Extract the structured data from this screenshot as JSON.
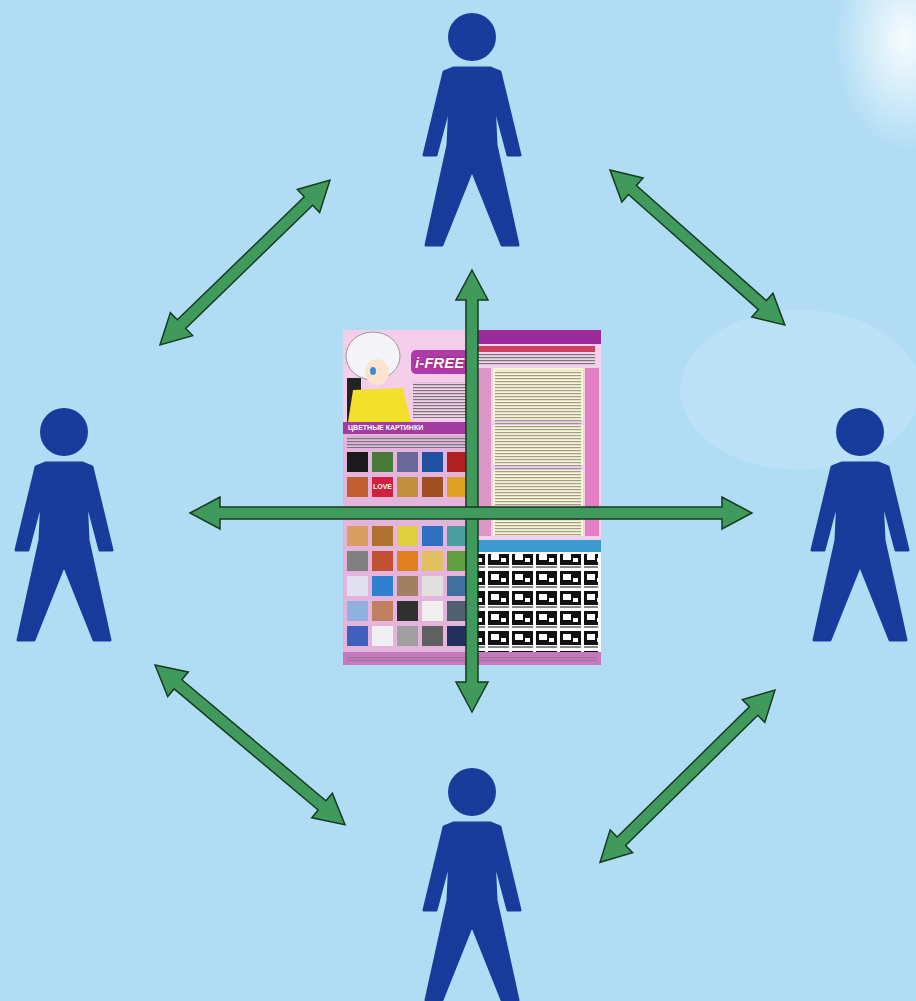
{
  "diagram": {
    "nodes": [
      {
        "text": []
      },
      {
        "text": []
      },
      {
        "text": [
          "i-FREE",
          "ЦВЕТНЫЕ КАРТИНКИ",
          "LOVE"
        ]
      },
      {
        "text": []
      },
      {
        "text": []
      }
    ],
    "edges": [
      {
        "from": 0,
        "to": 1,
        "arrow": "both"
      },
      {
        "from": 0,
        "to": 3,
        "arrow": "both"
      },
      {
        "from": 0,
        "to": 4,
        "arrow": "both"
      },
      {
        "from": 1,
        "to": 3,
        "arrow": "both"
      },
      {
        "from": 1,
        "to": 4,
        "arrow": "both"
      },
      {
        "from": 3,
        "to": 4,
        "arrow": "both"
      }
    ]
  }
}
